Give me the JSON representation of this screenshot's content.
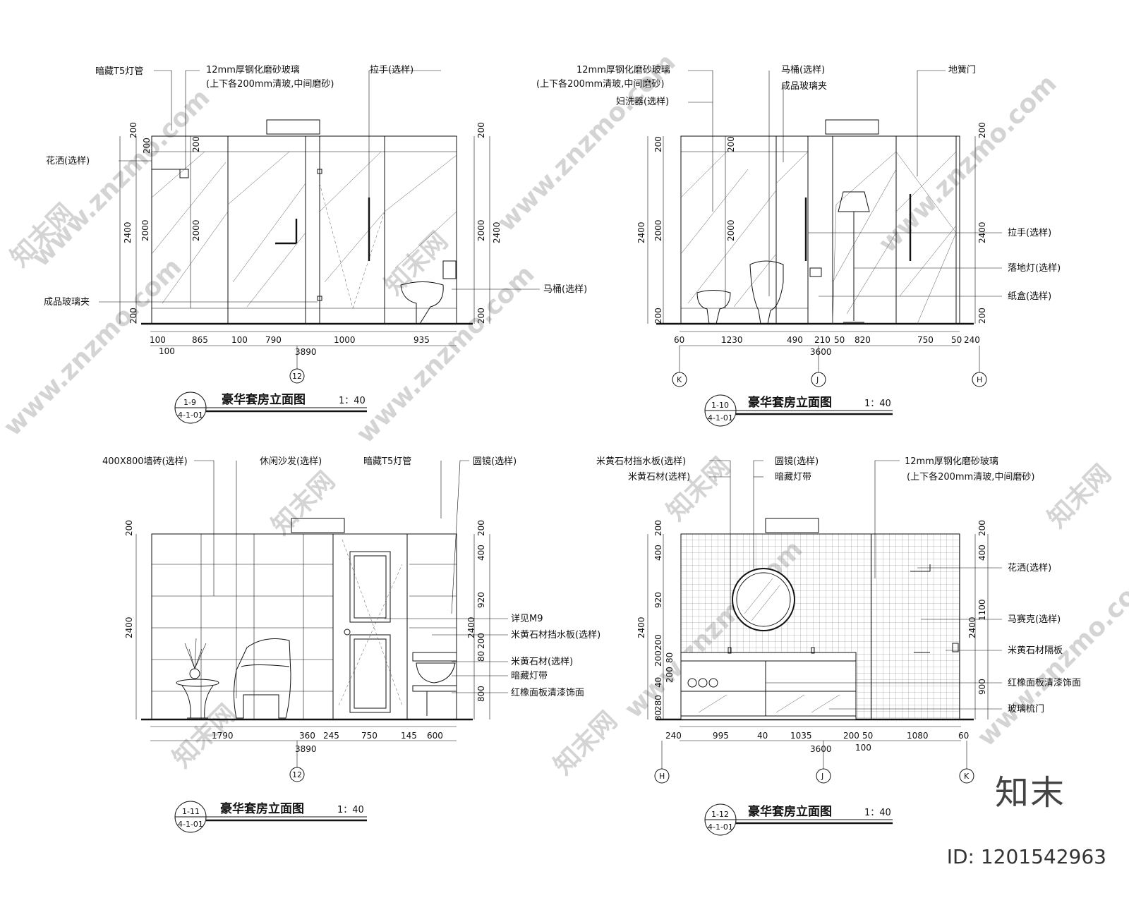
{
  "watermark": {
    "url_text": "www.znzmo.com",
    "brand": "知末网",
    "logo": "知末",
    "id": "ID: 1201542963"
  },
  "panels": [
    {
      "key": "p9",
      "title": "豪华套房立面图",
      "scale": "1：40",
      "ref_top": "1-9",
      "ref_bottom": "4-1-01",
      "labels": [
        "暗藏T5灯管",
        "12mm厚钢化磨砂玻璃",
        "(上下各200mm清玻,中间磨砂)",
        "拉手(选样)",
        "花洒(选样)",
        "成品玻璃夹",
        "马桶(选样)"
      ],
      "dims_bottom": [
        "100",
        "865",
        "100",
        "790",
        "1000",
        "935"
      ],
      "dims_bottom2": [
        "100",
        "3890"
      ],
      "dims_left": [
        "200",
        "200",
        "2000",
        "200",
        "2400"
      ],
      "dims_inner": [
        "200",
        "2000"
      ],
      "dims_right": [
        "200",
        "2000",
        "200",
        "2400"
      ],
      "grids": [
        "12"
      ]
    },
    {
      "key": "p10",
      "title": "豪华套房立面图",
      "scale": "1：40",
      "ref_top": "1-10",
      "ref_bottom": "4-1-01",
      "labels": [
        "12mm厚钢化磨砂玻璃",
        "(上下各200mm清玻,中间磨砂)",
        "妇洗器(选样)",
        "马桶(选样)",
        "成品玻璃夹",
        "地簧门",
        "拉手(选样)",
        "落地灯(选样)",
        "纸盒(选样)"
      ],
      "dims_bottom": [
        "60",
        "1230",
        "490",
        "210",
        "50",
        "820",
        "750",
        "50",
        "240"
      ],
      "dims_bottom2": [
        "3600"
      ],
      "dims_left": [
        "200",
        "2000",
        "200",
        "2400"
      ],
      "dims_inner": [
        "200",
        "2000"
      ],
      "dims_right": [
        "200",
        "2400",
        "200"
      ],
      "grids": [
        "K",
        "J",
        "H"
      ]
    },
    {
      "key": "p11",
      "title": "豪华套房立面图",
      "scale": "1：40",
      "ref_top": "1-11",
      "ref_bottom": "4-1-01",
      "labels": [
        "400X800墙砖(选样)",
        "休闲沙发(选样)",
        "暗藏T5灯管",
        "圆镜(选样)",
        "详见M9",
        "米黄石材挡水板(选样)",
        "米黄石材(选样)",
        "暗藏灯带",
        "红橡面板清漆饰面"
      ],
      "dims_bottom": [
        "1790",
        "360",
        "245",
        "750",
        "145",
        "600"
      ],
      "dims_bottom2": [
        "3890"
      ],
      "dims_left": [
        "200",
        "2400"
      ],
      "dims_right": [
        "200",
        "400",
        "920",
        "200",
        "80",
        "800",
        "2400"
      ],
      "grids": [
        "12"
      ]
    },
    {
      "key": "p12",
      "title": "豪华套房立面图",
      "scale": "1：40",
      "ref_top": "1-12",
      "ref_bottom": "4-1-01",
      "labels": [
        "米黄石材挡水板(选样)",
        "米黄石材(选样)",
        "圆镜(选样)",
        "暗藏灯带",
        "12mm厚钢化磨砂玻璃",
        "(上下各200mm清玻,中间磨砂)",
        "花洒(选样)",
        "马赛克(选样)",
        "米黄石材隔板",
        "红橡面板清漆饰面",
        "玻璃梳门"
      ],
      "dims_bottom": [
        "240",
        "995",
        "40",
        "1035",
        "200",
        "50",
        "1080",
        "60"
      ],
      "dims_bottom2": [
        "3600",
        "100"
      ],
      "dims_left": [
        "200",
        "400",
        "920",
        "200",
        "80",
        "200",
        "200",
        "40",
        "280",
        "80",
        "2400"
      ],
      "dims_right": [
        "200",
        "400",
        "1100",
        "900",
        "2400"
      ],
      "grids": [
        "H",
        "J",
        "K"
      ]
    }
  ]
}
